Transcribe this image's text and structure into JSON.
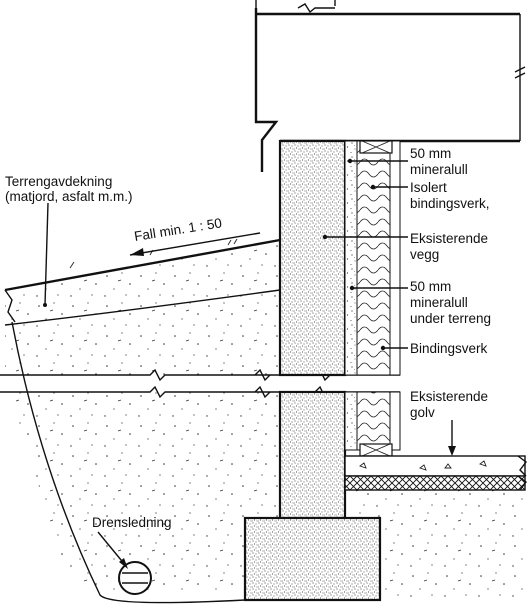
{
  "labels": {
    "terrain_cover_line1": "Terrengavdekning",
    "terrain_cover_line2": "(matjord, asfalt m.m.)",
    "slope": "Fall min. 1 : 50",
    "mineral_wool_line1": "50 mm",
    "mineral_wool_line2": "mineralull",
    "insulated_frame_line1": "Isolert",
    "insulated_frame_line2": "bindingsverk,",
    "existing_wall_line1": "Eksisterende",
    "existing_wall_line2": "vegg",
    "mineral_wool_below_line1": "50 mm",
    "mineral_wool_below_line2": "mineralull",
    "mineral_wool_below_line3": "under terreng",
    "framing": "Bindingsverk",
    "existing_floor_line1": "Eksisterende",
    "existing_floor_line2": "golv",
    "drain_pipe": "Drensledning"
  }
}
